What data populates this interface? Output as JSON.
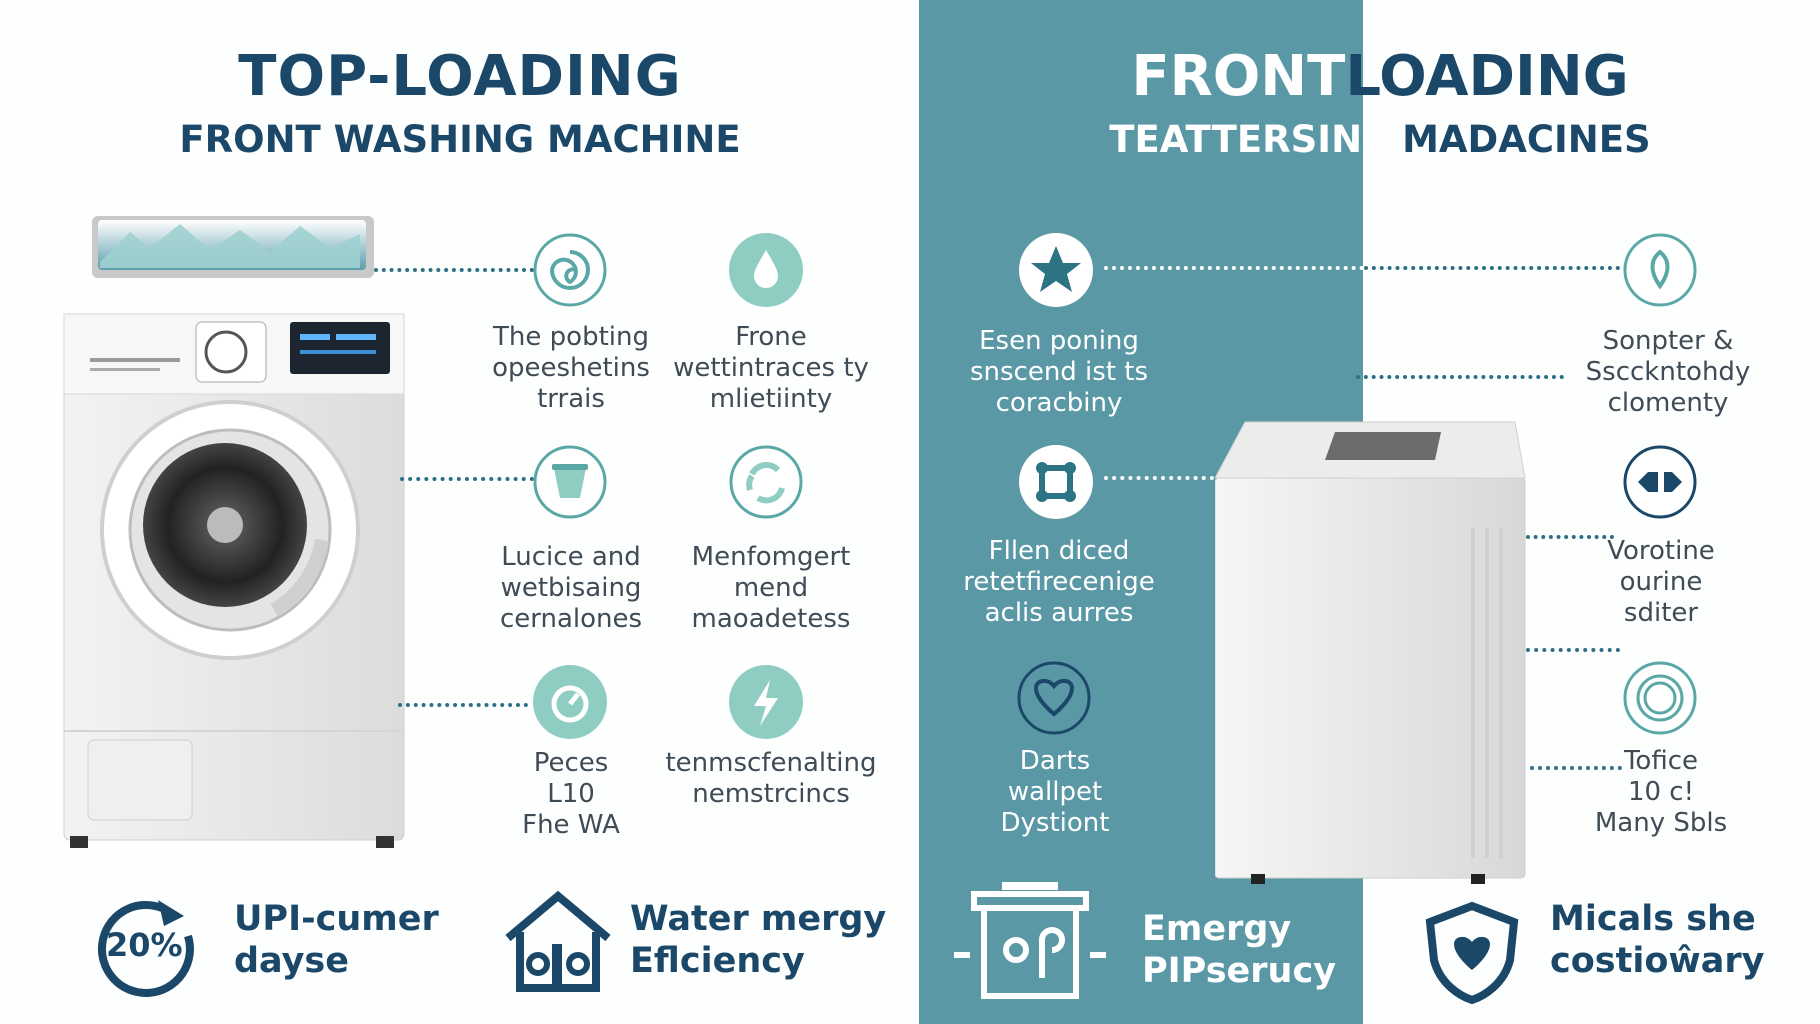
{
  "left": {
    "title": "TOP-LOADING",
    "subtitle": "FRONT WASHING MACHINE",
    "features": [
      {
        "text": "The pobting\nopeeshetins\ntrrais",
        "icon": "swirl-icon"
      },
      {
        "text": "Frone\nwettintraces ty\nmlietiinty",
        "icon": "water-drop-icon"
      },
      {
        "text": "Lucice and\nwetbisaing\ncernalones",
        "icon": "bucket-icon"
      },
      {
        "text": "Menfomgert\nmend\nmaoadetess",
        "icon": "recycle-icon"
      },
      {
        "text": "Peces\nL10\nFhe WA",
        "icon": "timer-icon"
      },
      {
        "text": "tenmscfenalting\nnemstrcincs",
        "icon": "lightning-icon"
      }
    ],
    "footer": [
      {
        "badge": "20%",
        "text": "UPI-cumer\ndayse",
        "icon": "percent-badge-icon"
      },
      {
        "text": "Water mergy\nEflciency",
        "icon": "house-icon"
      }
    ]
  },
  "right": {
    "title_a": "FRONT",
    "title_b": "LOADING",
    "subtitle_a": "TEATTERSINC",
    "subtitle_b": "MADACINES",
    "features": [
      {
        "text": "Esen poning\nsnscend ist ts\ncoracbiny",
        "icon": "star-icon"
      },
      {
        "text": "Sonpter &\nSscckntohdy\nclomenty",
        "icon": "leaf-icon"
      },
      {
        "text": "Fllen diced\nretetfirecenige\naclis aurres",
        "icon": "molecule-icon"
      },
      {
        "text": "Vorotine\nourine\nsditer",
        "icon": "arrows-icon"
      },
      {
        "text": "Darts\nwallpet\nDystiont",
        "icon": "heart-shield-icon"
      },
      {
        "text": "Tofice\n10 c!\nMany Sbls",
        "icon": "ring-icon"
      }
    ],
    "footer": [
      {
        "text": "Emergy\nPIPserucy",
        "icon": "appliance-icon"
      },
      {
        "text": "Micals she\ncostioŵary",
        "icon": "shield-icon"
      }
    ]
  },
  "colors": {
    "navy": "#1b4868",
    "teal_band": "#5a98a6",
    "mint": "#8fcdc3",
    "dotted": "#2f6e85"
  }
}
